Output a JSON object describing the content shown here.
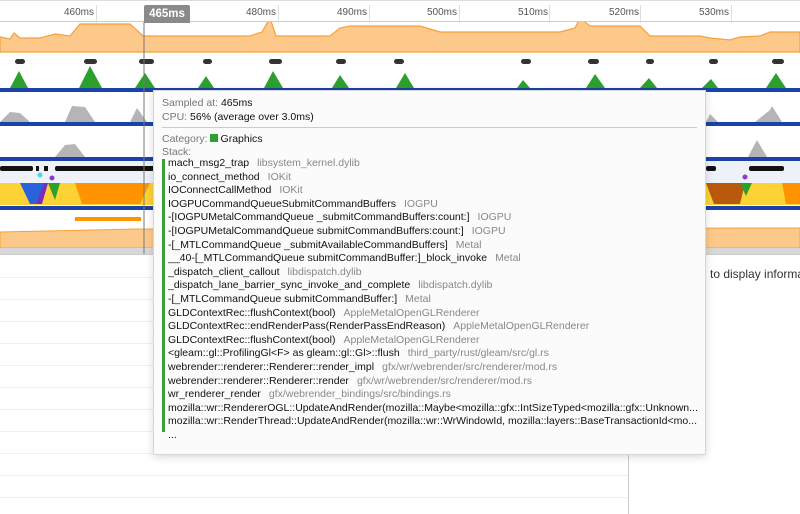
{
  "timeline": {
    "ticks": [
      "460ms",
      "480ms",
      "490ms",
      "500ms",
      "510ms",
      "520ms",
      "530ms"
    ],
    "selection_label": "465ms"
  },
  "sidebar": {
    "message": "to display informati"
  },
  "tooltip": {
    "sampled_label": "Sampled at:",
    "sampled_value": "465ms",
    "cpu_label": "CPU:",
    "cpu_value": "56% (average over 3.0ms)",
    "category_label": "Category:",
    "category_value": "Graphics",
    "category_color": "#2ca02c",
    "stack_label": "Stack:",
    "stack": [
      {
        "func": "mach_msg2_trap",
        "lib": "libsystem_kernel.dylib"
      },
      {
        "func": "io_connect_method",
        "lib": "IOKit"
      },
      {
        "func": "IOConnectCallMethod",
        "lib": "IOKit"
      },
      {
        "func": "IOGPUCommandQueueSubmitCommandBuffers",
        "lib": "IOGPU"
      },
      {
        "func": "-[IOGPUMetalCommandQueue _submitCommandBuffers:count:]",
        "lib": "IOGPU"
      },
      {
        "func": "-[IOGPUMetalCommandQueue submitCommandBuffers:count:]",
        "lib": "IOGPU"
      },
      {
        "func": "-[_MTLCommandQueue _submitAvailableCommandBuffers]",
        "lib": "Metal"
      },
      {
        "func": "__40-[_MTLCommandQueue submitCommandBuffer:]_block_invoke",
        "lib": "Metal"
      },
      {
        "func": "_dispatch_client_callout",
        "lib": "libdispatch.dylib"
      },
      {
        "func": "_dispatch_lane_barrier_sync_invoke_and_complete",
        "lib": "libdispatch.dylib"
      },
      {
        "func": "-[_MTLCommandQueue submitCommandBuffer:]",
        "lib": "Metal"
      },
      {
        "func": "GLDContextRec::flushContext(bool)",
        "lib": "AppleMetalOpenGLRenderer"
      },
      {
        "func": "GLDContextRec::endRenderPass(RenderPassEndReason)",
        "lib": "AppleMetalOpenGLRenderer"
      },
      {
        "func": "GLDContextRec::flushContext(bool)",
        "lib": "AppleMetalOpenGLRenderer"
      },
      {
        "func": "<gleam::gl::ProfilingGl<F> as gleam::gl::Gl>::flush",
        "lib": "third_party/rust/gleam/src/gl.rs"
      },
      {
        "func": "webrender::renderer::Renderer::render_impl",
        "lib": "gfx/wr/webrender/src/renderer/mod.rs"
      },
      {
        "func": "webrender::renderer::Renderer::render",
        "lib": "gfx/wr/webrender/src/renderer/mod.rs"
      },
      {
        "func": "wr_renderer_render",
        "lib": "gfx/webrender_bindings/src/bindings.rs"
      },
      {
        "func": "mozilla::wr::RendererOGL::UpdateAndRender(mozilla::Maybe<mozilla::gfx::IntSizeTyped<mozilla::gfx::Unknown...",
        "lib": ""
      },
      {
        "func": "mozilla::wr::RenderThread::UpdateAndRender(mozilla::wr::WrWindowId, mozilla::layers::BaseTransactionId<mo...",
        "lib": ""
      }
    ],
    "ellipsis": "..."
  }
}
